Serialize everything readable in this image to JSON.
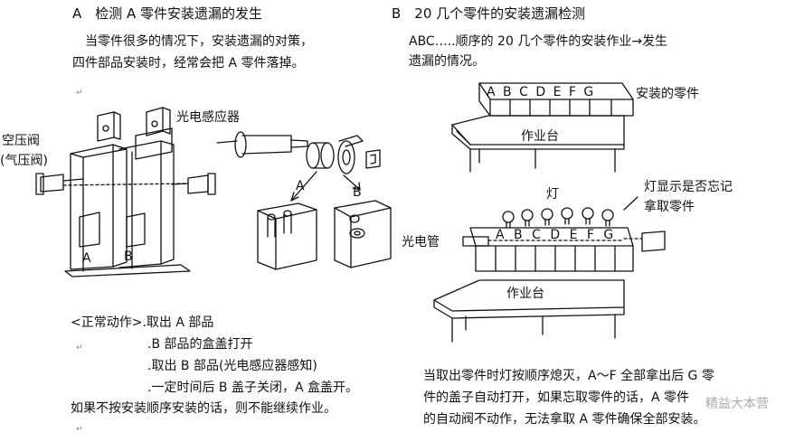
{
  "left": {
    "heading": "A　检测 A 零件安装遗漏的发生",
    "intro_line1": "当零件很多的情况下，安装遗漏的对策，",
    "intro_line2": "四件部品安装时，经常会把 A 零件落掉。",
    "labels": {
      "sensor": "光电感应器",
      "valve_line1": "空压阀",
      "valve_line2": "(气压阀)",
      "box_a": "A",
      "box_b": "B",
      "arrow_a": "A",
      "arrow_b": "B"
    },
    "steps": [
      "<正常动作>.取出 A 部品",
      ".B 部品的盒盖打开",
      ".取出 B 部品(光电感应器感知)",
      ".一定时间后 B 盖子关闭，A 盒盖开。"
    ],
    "note": "如果不按安装顺序安装的话，则不能继续作业。"
  },
  "right": {
    "heading": "B　20 几个零件的安装遗漏检测",
    "intro_line1": "ABC…..顺序的 20 几个零件的安装作业→发生",
    "intro_line2": "遗漏的情况。",
    "bin_letters": [
      "A",
      "B",
      "C",
      "D",
      "E",
      "F",
      "G"
    ],
    "labels": {
      "parts": "安装的零件",
      "bench_top": "作业台",
      "lamp": "灯",
      "lamp_note_line1": "灯显示是否忘记",
      "lamp_note_line2": "拿取零件",
      "photo_tube": "光电管",
      "bench_bottom": "作业台"
    },
    "summary_line1": "当取出零件时灯按顺序熄灭，A～F 全部拿出后 G 零",
    "summary_line2": "件的盖子自动打开，如果忘取零件的话，A 零件",
    "summary_line3": "的自动阀不动作，无法拿取 A 零件确保全部安装。",
    "watermark": "精益大本营"
  }
}
